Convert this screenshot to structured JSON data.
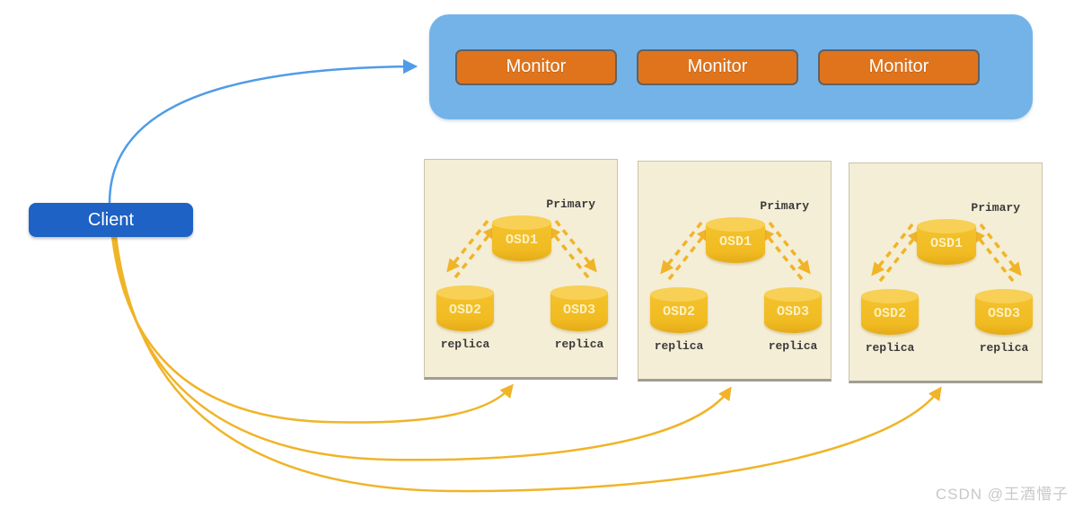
{
  "client": {
    "label": "Client"
  },
  "monitor_cluster": {
    "monitors": [
      "Monitor",
      "Monitor",
      "Monitor"
    ]
  },
  "osd_groups": [
    {
      "primary_label": "Primary",
      "osd1": "OSD1",
      "osd2": "OSD2",
      "osd3": "OSD3",
      "replica_left": "replica",
      "replica_right": "replica"
    },
    {
      "primary_label": "Primary",
      "osd1": "OSD1",
      "osd2": "OSD2",
      "osd3": "OSD3",
      "replica_left": "replica",
      "replica_right": "replica"
    },
    {
      "primary_label": "Primary",
      "osd1": "OSD1",
      "osd2": "OSD2",
      "osd3": "OSD3",
      "replica_left": "replica",
      "replica_right": "replica"
    }
  ],
  "watermark": "CSDN @王酒懵子",
  "colors": {
    "client_blue": "#1d62c4",
    "monitor_box_blue": "#74b3e8",
    "monitor_orange": "#e0741c",
    "panel_cream": "#f5eed6",
    "cylinder_gold": "#f2bd27",
    "arrow_yellow": "#f0b428",
    "arrow_blue": "#4f9ce8"
  }
}
